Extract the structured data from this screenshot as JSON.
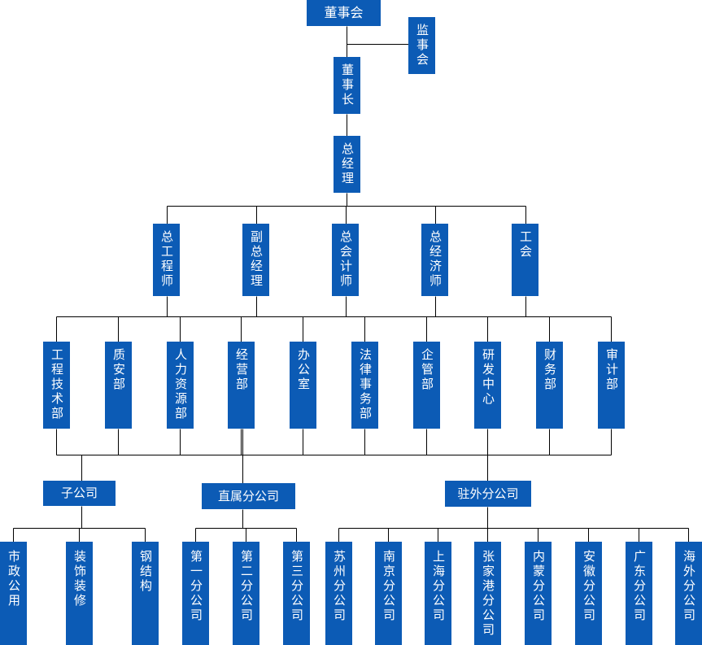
{
  "nodes": {
    "board": "董事会",
    "supervisory_board": "监事会",
    "chairman": "董事长",
    "general_manager": "总经理",
    "chief_engineer": "总工程师",
    "deputy_general_manager": "副总经理",
    "chief_accountant": "总会计师",
    "chief_economist": "总经济师",
    "trade_union": "工会",
    "engineering_tech_dept": "工程技术部",
    "quality_safety_dept": "质安部",
    "hr_dept": "人力资源部",
    "operations_dept": "经营部",
    "office": "办公室",
    "legal_affairs_dept": "法律事务部",
    "enterprise_mgmt_dept": "企管部",
    "rd_center": "研发中心",
    "finance_dept": "财务部",
    "audit_dept": "审计部",
    "subsidiaries": "子公司",
    "direct_branches": "直属分公司",
    "external_branches": "驻外分公司",
    "municipal_public_works": "市政公用",
    "decoration": "装饰装修",
    "steel_structure": "钢结构",
    "first_branch": "第一分公司",
    "second_branch": "第二分公司",
    "third_branch": "第三分公司",
    "suzhou_branch": "苏州分公司",
    "nanjing_branch": "南京分公司",
    "shanghai_branch": "上海分公司",
    "zhangjiagang_branch": "张家港分公司",
    "inner_mongolia_branch": "内蒙分公司",
    "anhui_branch": "安徽分公司",
    "guangdong_branch": "广东分公司",
    "overseas_branch": "海外分公司"
  },
  "colors": {
    "box": "#0c5bb5",
    "text": "#ffffff",
    "line": "#000000",
    "background": "#ffffff"
  }
}
